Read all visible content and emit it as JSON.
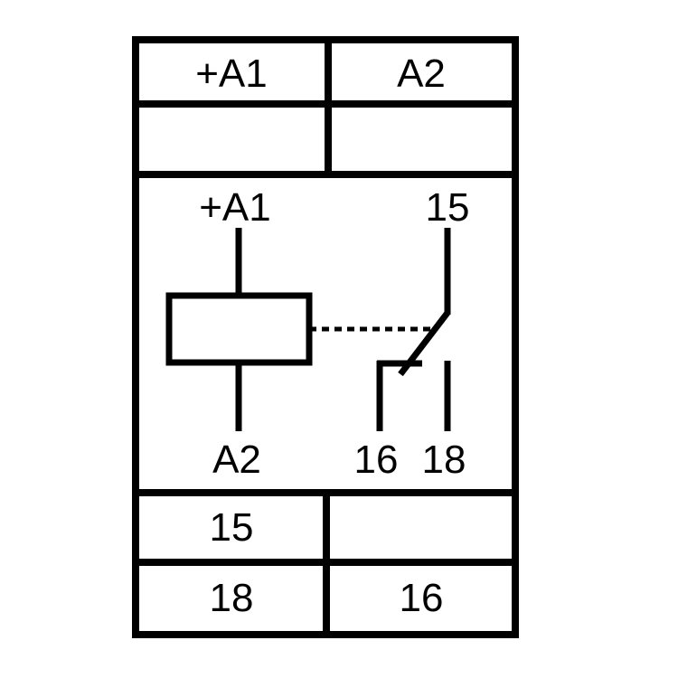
{
  "top_terminals": {
    "row1": {
      "left": "+A1",
      "right": "A2"
    },
    "row2": {
      "left": "",
      "right": ""
    }
  },
  "schematic": {
    "coil_top_label": "+A1",
    "coil_bottom_label": "A2",
    "contact_common_label": "15",
    "contact_nc_label": "16",
    "contact_no_label": "18"
  },
  "bottom_terminals": {
    "row1": {
      "left": "15",
      "right": ""
    },
    "row2": {
      "left": "18",
      "right": "16"
    }
  },
  "colors": {
    "line": "#000000",
    "background": "#ffffff"
  }
}
